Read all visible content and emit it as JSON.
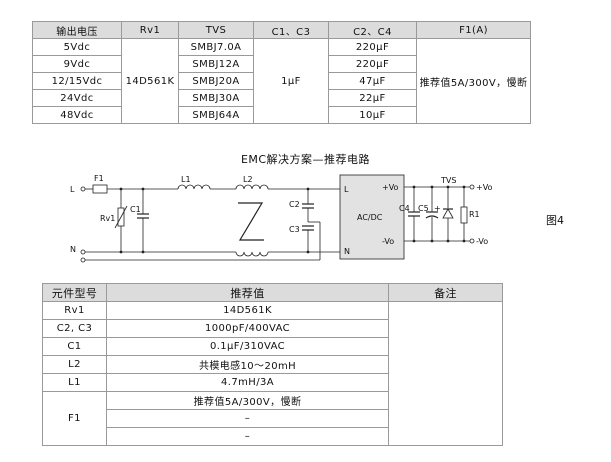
{
  "table1": {
    "headers": [
      "输出电压",
      "Rv1",
      "TVS",
      "C1、C3",
      "C2、C4",
      "F1(A)"
    ],
    "voltages": [
      "5Vdc",
      "9Vdc",
      "12/15Vdc",
      "24Vdc",
      "48Vdc"
    ],
    "rv1": "14D561K",
    "tvs": [
      "SMBJ7.0A",
      "SMBJ12A",
      "SMBJ20A",
      "SMBJ30A",
      "SMBJ64A"
    ],
    "c1c3": "1μF",
    "c2c4": [
      "220μF",
      "220μF",
      "47μF",
      "22μF",
      "10μF"
    ],
    "f1": "推荐值5A/300V，慢断"
  },
  "circuit": {
    "title": "EMC解决方案—推荐电路",
    "figure_label": "图4",
    "labels": {
      "f1": "F1",
      "l": "L",
      "n": "N",
      "rv1": "Rv1",
      "c1": "C1",
      "l1": "L1",
      "l2": "L2",
      "c2": "C2",
      "c3": "C3",
      "module_l": "L",
      "module_n": "N",
      "module_name": "AC/DC",
      "vo_plus": "+Vo",
      "vo_minus": "-Vo",
      "c4": "C4",
      "c5": "C5",
      "plus_sign": "+",
      "tvs": "TVS",
      "r1": "R1",
      "out_plus": "+Vo",
      "out_minus": "-Vo"
    }
  },
  "table2": {
    "headers": [
      "元件型号",
      "推荐值",
      "备注"
    ],
    "rows": [
      {
        "part": "Rv1",
        "value": "14D561K"
      },
      {
        "part": "C2, C3",
        "value": "1000pF/400VAC"
      },
      {
        "part": "C1",
        "value": "0.1μF/310VAC"
      },
      {
        "part": "L2",
        "value": "共模电感10～20mH"
      },
      {
        "part": "L1",
        "value": "4.7mH/3A"
      }
    ],
    "f1_part": "F1",
    "f1_values": [
      "推荐值5A/300V，慢断",
      "–",
      "–"
    ]
  }
}
